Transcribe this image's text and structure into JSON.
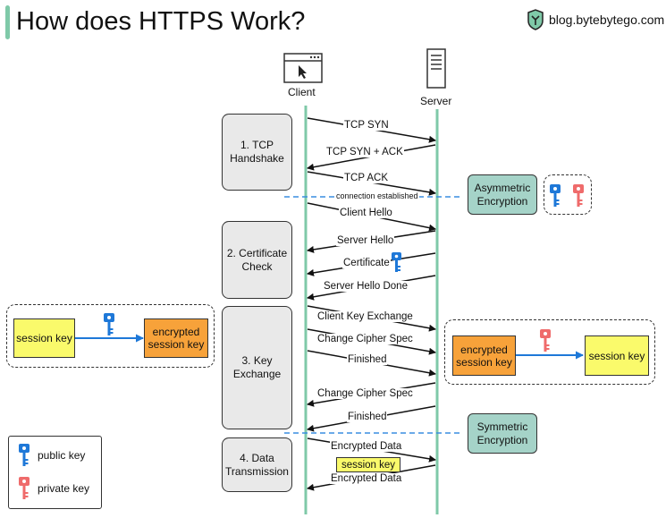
{
  "header": {
    "title": "How does HTTPS Work?",
    "brand": "blog.bytebytego.com"
  },
  "actors": {
    "client": "Client",
    "server": "Server"
  },
  "phases": [
    {
      "label": "1. TCP\nHandshake"
    },
    {
      "label": "2. Certificate\nCheck"
    },
    {
      "label": "3. Key\nExchange"
    },
    {
      "label": "4. Data\nTransmission"
    }
  ],
  "messages": {
    "tcp_syn": "TCP SYN",
    "tcp_syn_ack": "TCP SYN + ACK",
    "tcp_ack": "TCP ACK",
    "connection_established": "connection established",
    "client_hello": "Client Hello",
    "server_hello": "Server Hello",
    "certificate": "Certificate",
    "server_hello_done": "Server Hello Done",
    "client_key_exchange": "Client Key Exchange",
    "change_cipher_spec_1": "Change Cipher Spec",
    "finished_1": "Finished",
    "change_cipher_spec_2": "Change Cipher Spec",
    "finished_2": "Finished",
    "encrypted_data_1": "Encrypted  Data",
    "session_key": "session key",
    "encrypted_data_2": "Encrypted Data"
  },
  "encryption": {
    "asymmetric": "Asymmetric\nEncryption",
    "symmetric": "Symmetric\nEncryption"
  },
  "client_side": {
    "session_key": "session key",
    "encrypted_session_key": "encrypted\nsession key"
  },
  "server_side": {
    "encrypted_session_key": "encrypted\nsession key",
    "session_key": "session key"
  },
  "legend": {
    "public_key": "public key",
    "private_key": "private key"
  },
  "colors": {
    "lifeline": "#7fc9a8",
    "public_key": "#1e78d8",
    "private_key": "#ef6b6b",
    "phase_bg": "#e9e9e9",
    "encryption_bg": "#a5d3c8",
    "session_key_bg": "#fafa6b",
    "encrypted_key_bg": "#f7a23a",
    "divider": "#3a8ee0"
  }
}
